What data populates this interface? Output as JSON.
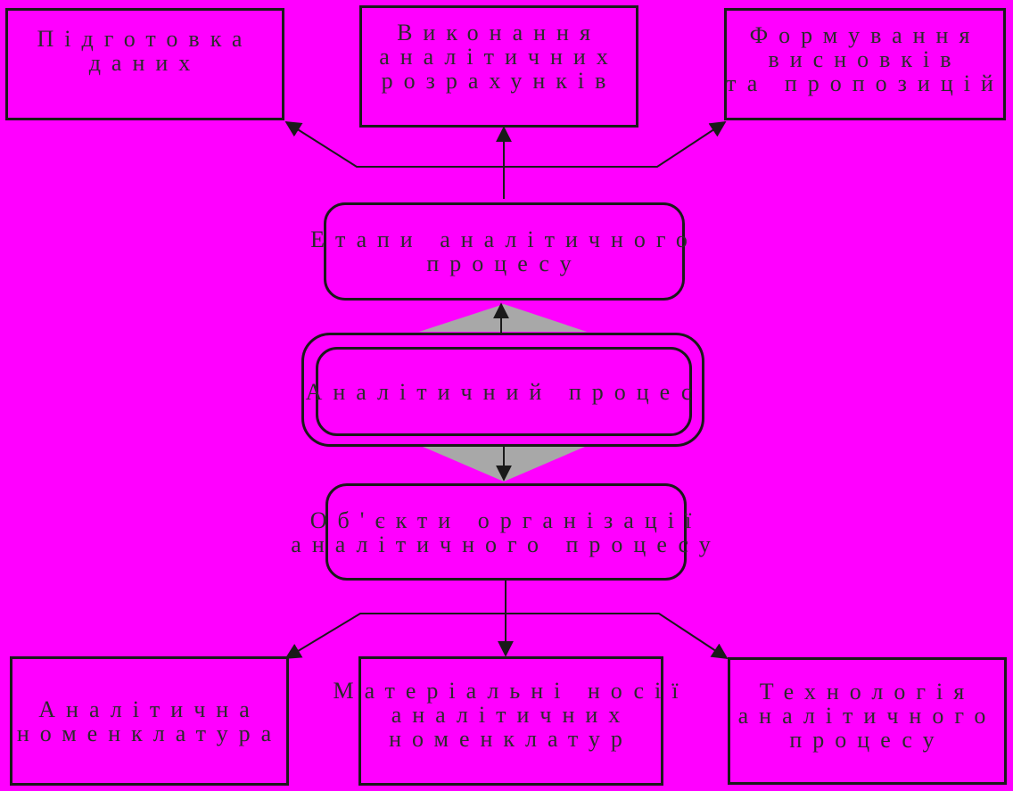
{
  "colors": {
    "background": "#ff00ff",
    "border": "#1a1a1a",
    "text": "#2b2b2b",
    "connector_fill": "#a8a8a8"
  },
  "top_row": {
    "left": {
      "lines": [
        "Підготовка",
        "даних"
      ]
    },
    "center": {
      "lines": [
        "Виконання",
        "аналітичних",
        "розрахунків"
      ]
    },
    "right": {
      "lines": [
        "Формування",
        "висновків",
        "та пропозицій"
      ]
    }
  },
  "stages": {
    "lines": [
      "Етапи аналітичного",
      "процесу"
    ]
  },
  "process": {
    "lines": [
      "Аналітичний процес"
    ]
  },
  "objects": {
    "lines": [
      "Об'єкти організації",
      "аналітичного процесу"
    ]
  },
  "bottom_row": {
    "left": {
      "lines": [
        "Аналітична",
        "номенклатура"
      ]
    },
    "center": {
      "lines": [
        "Матеріальні носії",
        "аналітичних",
        "номенклатур"
      ]
    },
    "right": {
      "lines": [
        "Технологія",
        "аналітичного",
        "процесу"
      ]
    }
  }
}
